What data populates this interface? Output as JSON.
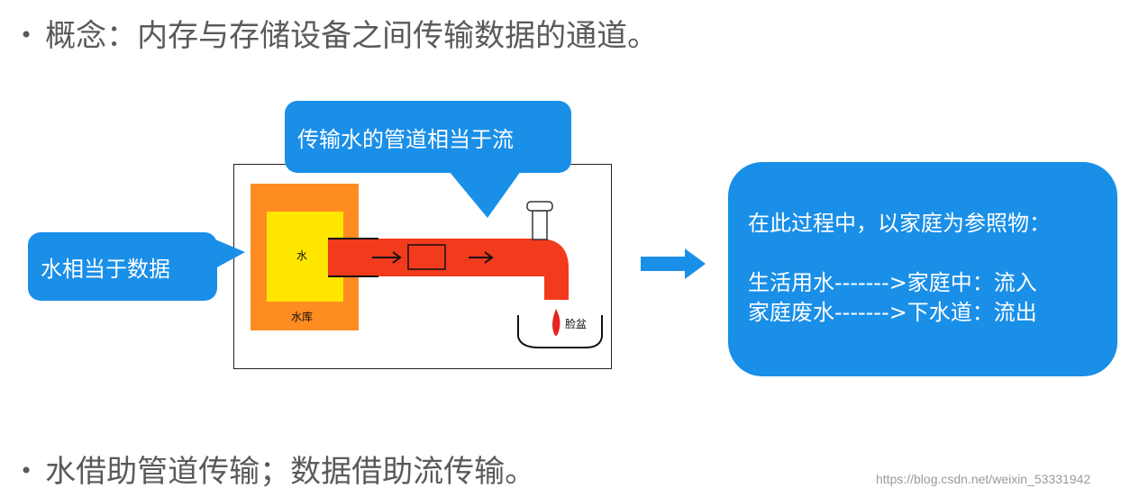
{
  "bullets": [
    {
      "text": "概念：内存与存储设备之间传输数据的通道。"
    },
    {
      "text": "水借助管道传输；数据借助流传输。"
    }
  ],
  "diagram": {
    "callout_pipe": "传输水的管道相当于流",
    "callout_water": "水相当于数据",
    "water_label": "水",
    "reservoir_label": "水库",
    "basin_label": "脸盆"
  },
  "info_box": {
    "heading": "在此过程中，以家庭为参照物：",
    "line1": "生活用水------->家庭中：流入",
    "line2": "家庭废水------->下水道：流出"
  },
  "watermark": "https://blog.csdn.net/weixin_53331942",
  "colors": {
    "callout_blue": "#1a8fe8",
    "reservoir_orange": "#ff8c21",
    "water_yellow": "#ffe600",
    "pipe_red": "#f23a1d",
    "arrow_blue": "#1a8fe8"
  }
}
